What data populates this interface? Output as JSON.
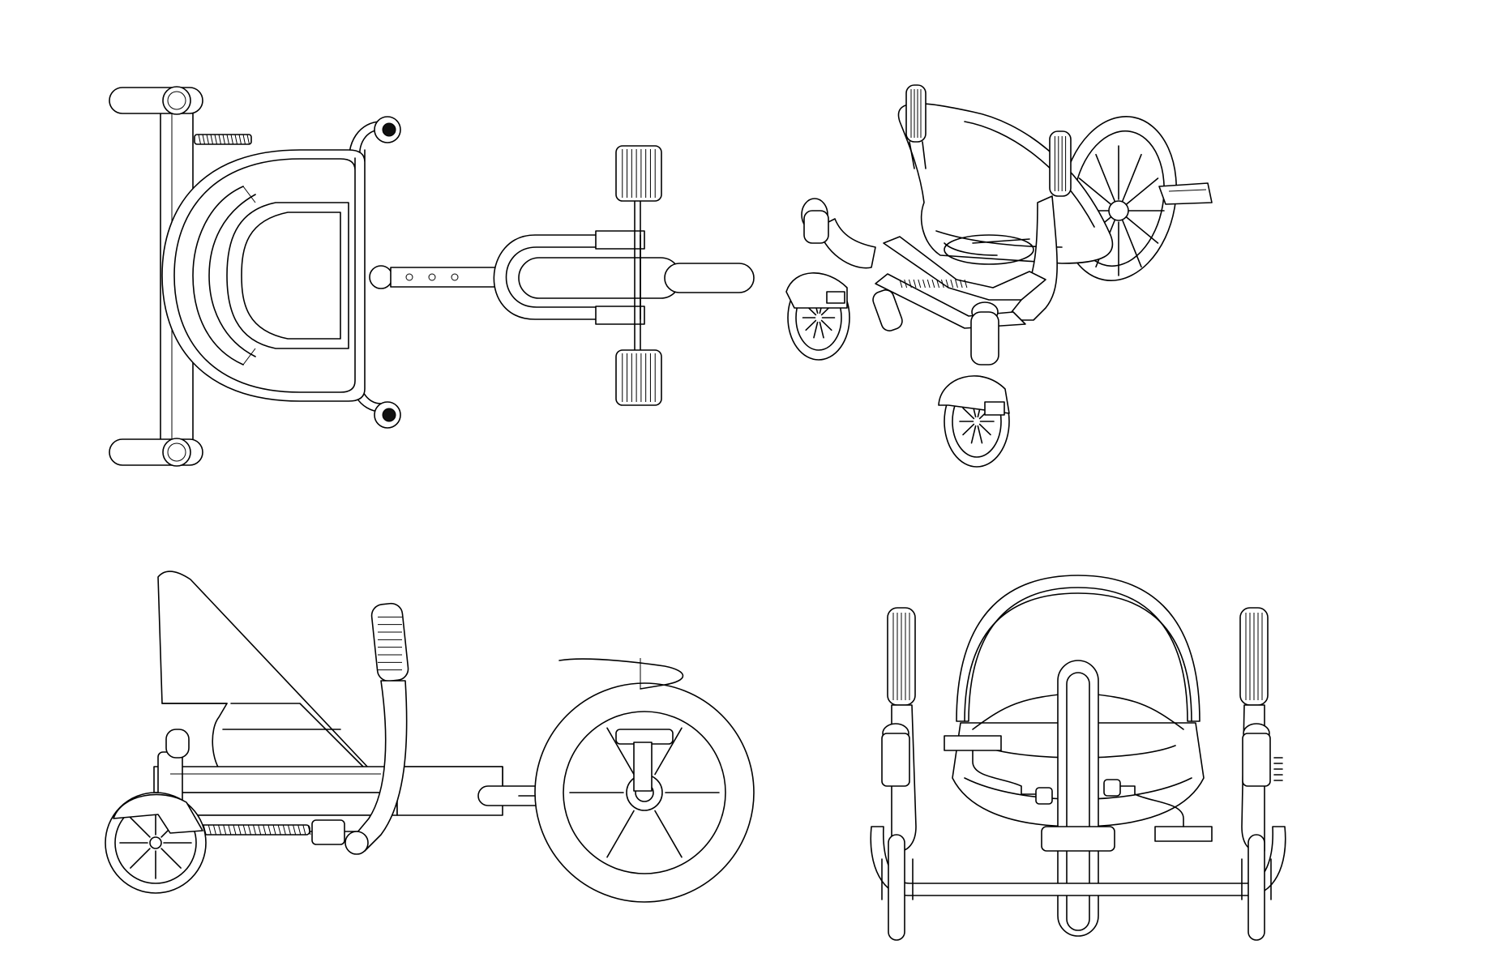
{
  "figure": {
    "views": [
      {
        "id": "top",
        "kind": "top-view"
      },
      {
        "id": "iso",
        "kind": "isometric-view"
      },
      {
        "id": "side",
        "kind": "side-view"
      },
      {
        "id": "front",
        "kind": "front-view"
      }
    ],
    "line_color": "#000000",
    "background": "#ffffff"
  }
}
